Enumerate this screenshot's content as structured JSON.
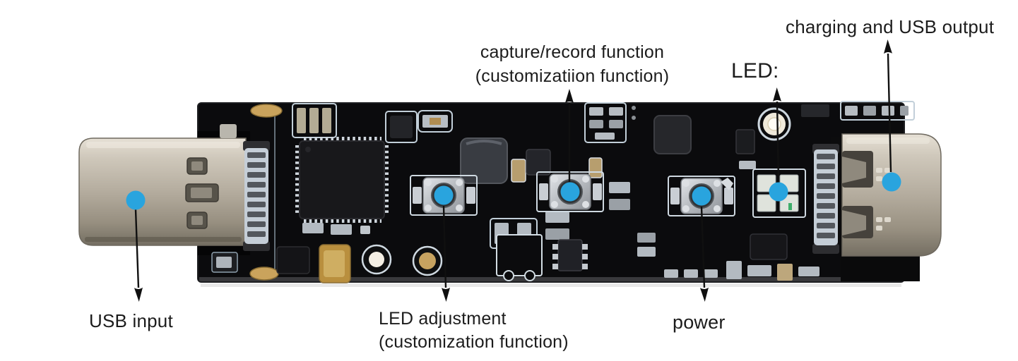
{
  "colors": {
    "marker_blue": "#29A4DE",
    "arrow_black": "#101010"
  },
  "labels": {
    "charging_output": "charging and USB output",
    "capture_record_line1": "capture/record function",
    "capture_record_line2": "(customizatiion function)",
    "led": "LED:",
    "usb_input": "USB input",
    "led_adjustment_line1": "LED adjustment",
    "led_adjustment_line2": "(customization function)",
    "power": "power"
  }
}
